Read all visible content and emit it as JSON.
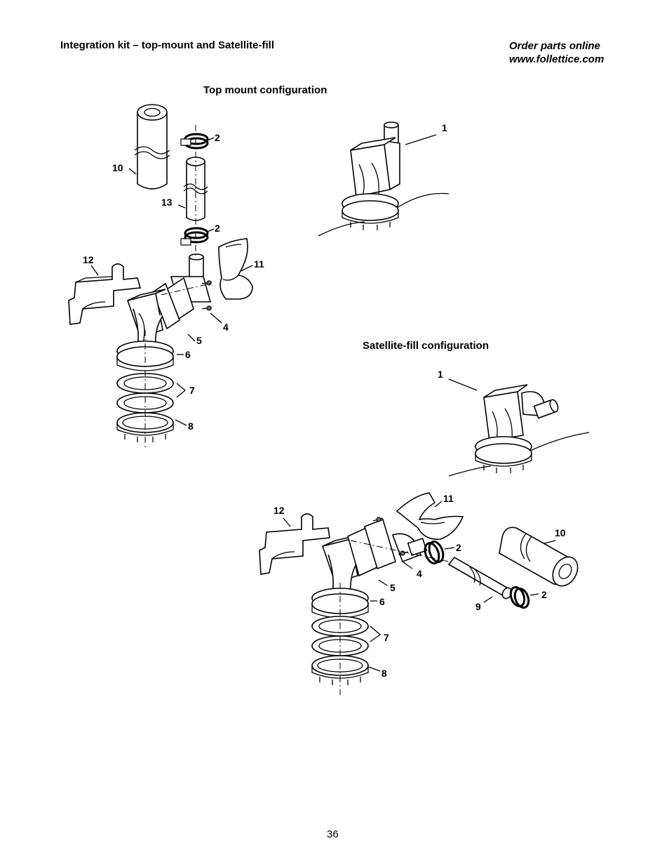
{
  "header": {
    "title": "Integration kit – top-mount and Satellite-fill",
    "order_line1": "Order parts online",
    "order_line2": "www.follettice.com"
  },
  "sections": {
    "top_mount": "Top mount configuration",
    "satellite_fill": "Satellite-fill configuration"
  },
  "callouts": {
    "top": {
      "c1": "1",
      "c2a": "2",
      "c2b": "2",
      "c4": "4",
      "c5": "5",
      "c6": "6",
      "c7": "7",
      "c8": "8",
      "c10": "10",
      "c11": "11",
      "c12": "12",
      "c13": "13"
    },
    "sat": {
      "c1": "1",
      "c2a": "2",
      "c2b": "2",
      "c4": "4",
      "c5": "5",
      "c6": "6",
      "c7": "7",
      "c8": "8",
      "c9": "9",
      "c10": "10",
      "c11": "11",
      "c12": "12"
    }
  },
  "page_number": "36"
}
